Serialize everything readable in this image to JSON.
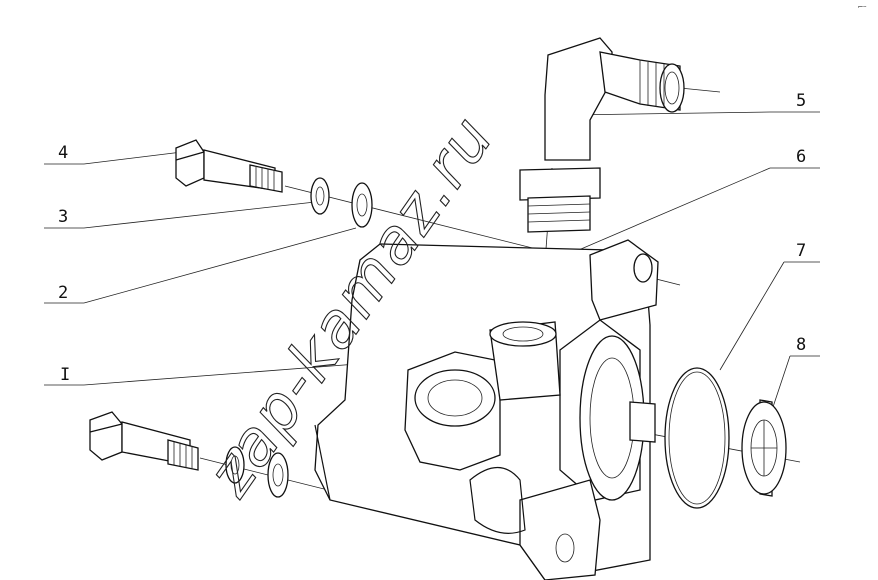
{
  "callouts": [
    {
      "id": "1",
      "label": "I"
    },
    {
      "id": "2",
      "label": "2"
    },
    {
      "id": "3",
      "label": "3"
    },
    {
      "id": "4",
      "label": "4"
    },
    {
      "id": "5",
      "label": "5"
    },
    {
      "id": "6",
      "label": "6"
    },
    {
      "id": "7",
      "label": "7"
    },
    {
      "id": "8",
      "label": "8"
    }
  ],
  "watermark": "zap-kamaz.ru",
  "corner_mark": "⌐┄"
}
